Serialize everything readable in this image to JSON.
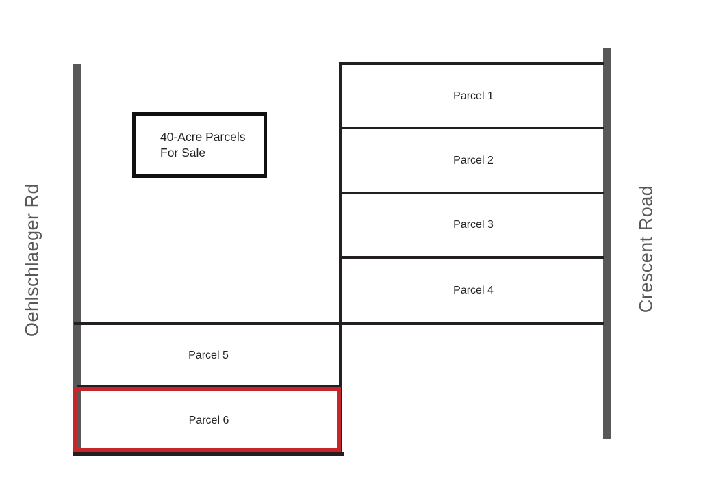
{
  "diagram": {
    "background": "#ffffff",
    "title_box": {
      "line1": "40-Acre Parcels",
      "line2": "For Sale"
    },
    "roads": {
      "left": {
        "label": "Oehlschlaeger Rd"
      },
      "right": {
        "label": "Crescent Road"
      }
    },
    "parcels": [
      {
        "id": 1,
        "label": "Parcel 1",
        "highlighted": false
      },
      {
        "id": 2,
        "label": "Parcel 2",
        "highlighted": false
      },
      {
        "id": 3,
        "label": "Parcel 3",
        "highlighted": false
      },
      {
        "id": 4,
        "label": "Parcel 4",
        "highlighted": false
      },
      {
        "id": 5,
        "label": "Parcel 5",
        "highlighted": false
      },
      {
        "id": 6,
        "label": "Parcel 6",
        "highlighted": true
      }
    ],
    "colors": {
      "boundary_line": "#231f20",
      "road_bar": "#58585a",
      "road_label_text": "#58585a",
      "parcel_label_text": "#231f20",
      "highlight_border": "#c4262c"
    }
  }
}
